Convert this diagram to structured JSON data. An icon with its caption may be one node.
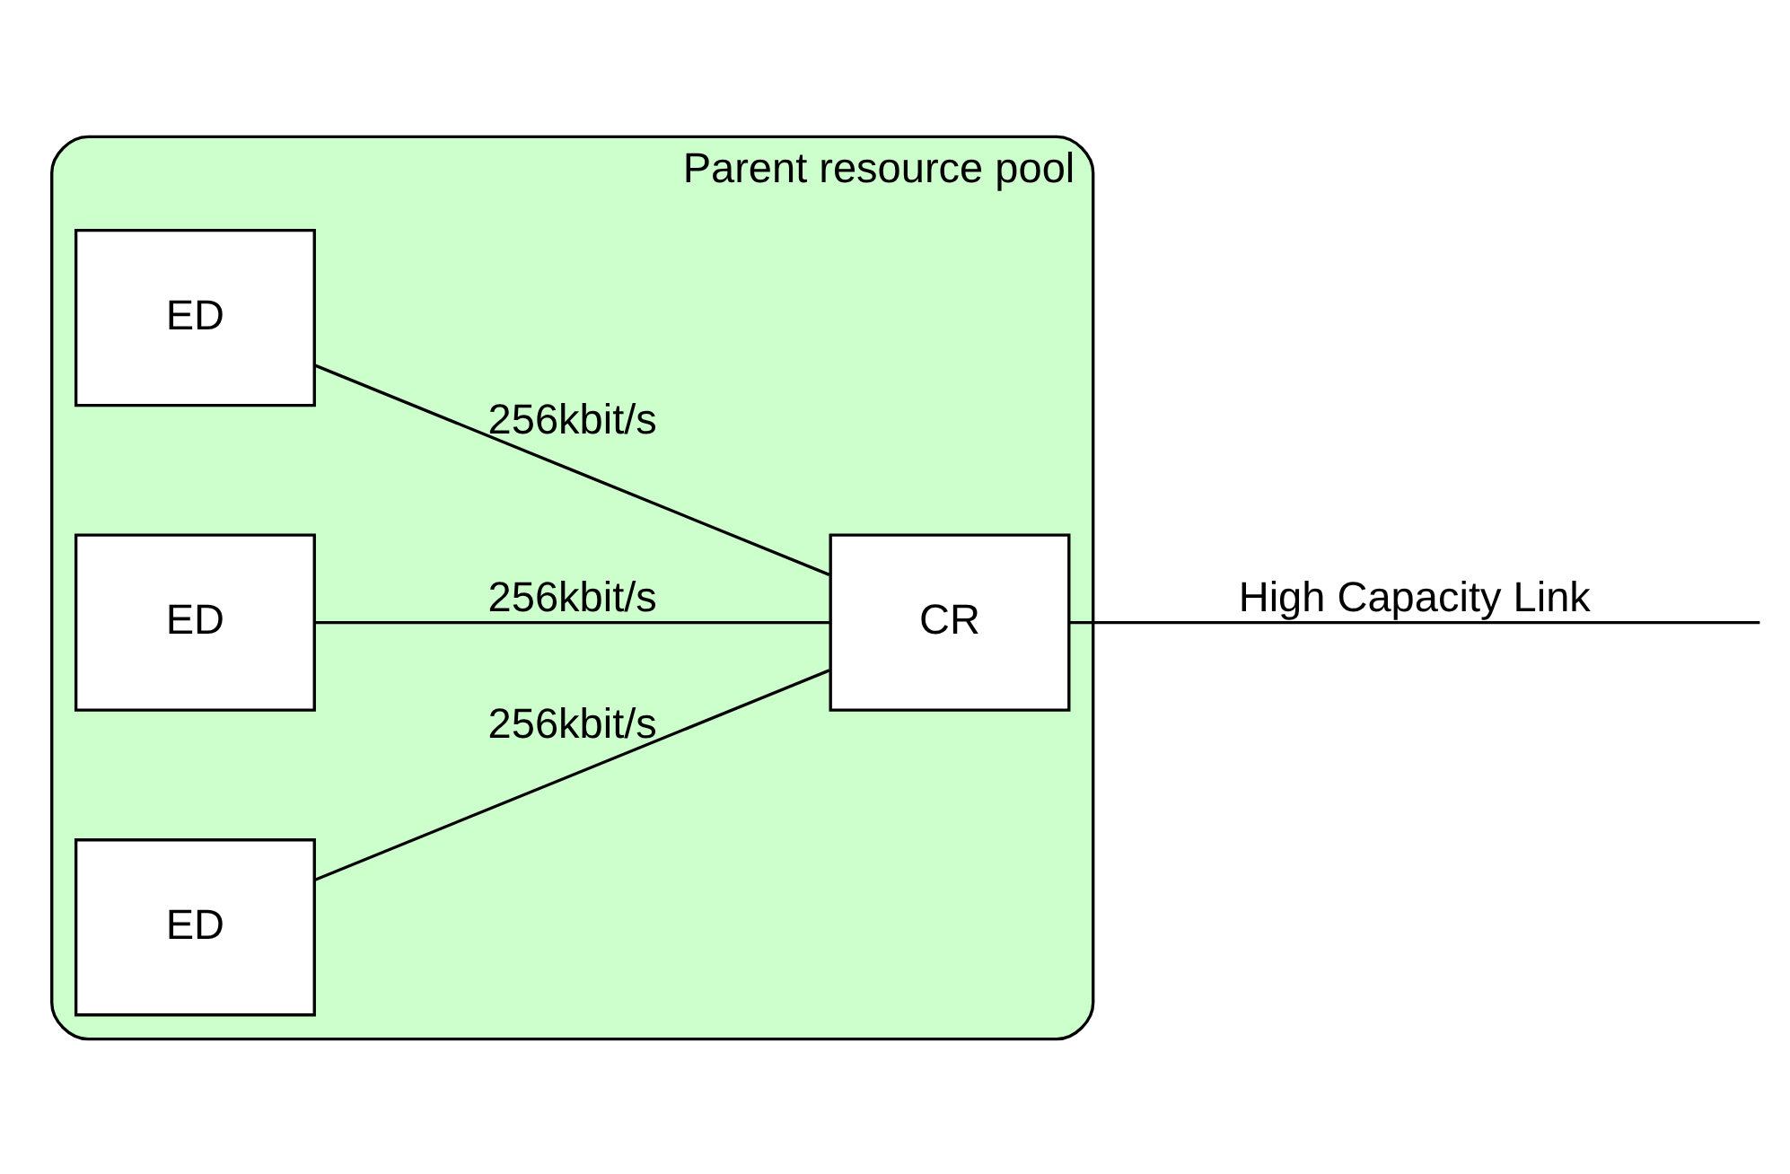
{
  "diagram": {
    "nodes": [
      {
        "text": [
          "Parent resource pool"
        ]
      },
      {
        "text": [
          "ED"
        ],
        "in": 0
      },
      {
        "text": [
          "ED"
        ],
        "in": 0
      },
      {
        "text": [
          "ED"
        ],
        "in": 0
      },
      {
        "text": [
          "CR"
        ],
        "in": 0
      }
    ],
    "edges": [
      {
        "from": 1,
        "to": 4,
        "arrow": "none",
        "label": "256kbit/s"
      },
      {
        "from": 2,
        "to": 4,
        "arrow": "none",
        "label": "256kbit/s"
      },
      {
        "from": 3,
        "to": 4,
        "arrow": "none",
        "label": "256kbit/s"
      },
      {
        "from": 4,
        "to": null,
        "arrow": "none",
        "label": "High Capacity Link"
      }
    ]
  }
}
